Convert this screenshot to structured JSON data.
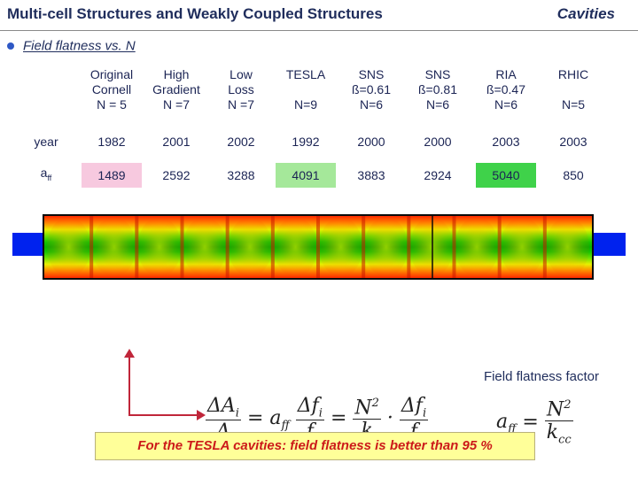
{
  "header": {
    "title": "Multi-cell Structures and Weakly Coupled Structures",
    "section": "Cavities"
  },
  "bullet": {
    "text": "Field flatness vs. N"
  },
  "table": {
    "columns": [
      {
        "lines": [
          "Original",
          "Cornell",
          "N = 5"
        ]
      },
      {
        "lines": [
          "High",
          "Gradient",
          "N =7"
        ]
      },
      {
        "lines": [
          "Low",
          "Loss",
          "N =7"
        ]
      },
      {
        "lines": [
          "TESLA",
          "",
          "N=9"
        ]
      },
      {
        "lines": [
          "SNS",
          "ß=0.61",
          "N=6"
        ]
      },
      {
        "lines": [
          "SNS",
          "ß=0.81",
          "N=6"
        ]
      },
      {
        "lines": [
          "RIA",
          "ß=0.47",
          "N=6"
        ]
      },
      {
        "lines": [
          "RHIC",
          "",
          "N=5"
        ]
      }
    ],
    "rows": [
      {
        "label": "year",
        "values": [
          "1982",
          "2001",
          "2002",
          "1992",
          "2000",
          "2000",
          "2003",
          "2003"
        ]
      },
      {
        "label": "aff",
        "values": [
          "1489",
          "2592",
          "3288",
          "4091",
          "3883",
          "2924",
          "5040",
          "850"
        ]
      }
    ],
    "highlight_colors": {
      "0": "#f7c9df",
      "3": "#a5e89a",
      "6": "#3fd24a"
    }
  },
  "annotation": {
    "label": "Field flatness factor"
  },
  "formula": {
    "lhs_num": "ΔA",
    "lhs_num_sub": "i",
    "lhs_den": "A",
    "eq": "=",
    "aff": "a",
    "aff_sub": "ff",
    "num_f": "Δf",
    "num_f_sub": "i",
    "den_f": "f",
    "n2": "N",
    "n2_sup": "2",
    "den_k": "k",
    "dot": "·",
    "eq2": "=",
    "rhs_aff": "a",
    "rhs_aff_sub": "ff",
    "rhs_num": "N",
    "rhs_num_sup": "2",
    "rhs_den": "k",
    "rhs_den_sub": "cc"
  },
  "banner": {
    "text": "For the TESLA cavities:  field flatness is better than 95 %"
  },
  "colors": {
    "title": "#1f2d5c",
    "table_text": "#1b2454",
    "banner_bg": "#ffff99",
    "banner_text": "#cc1a1a",
    "axis": "#c0263a"
  }
}
